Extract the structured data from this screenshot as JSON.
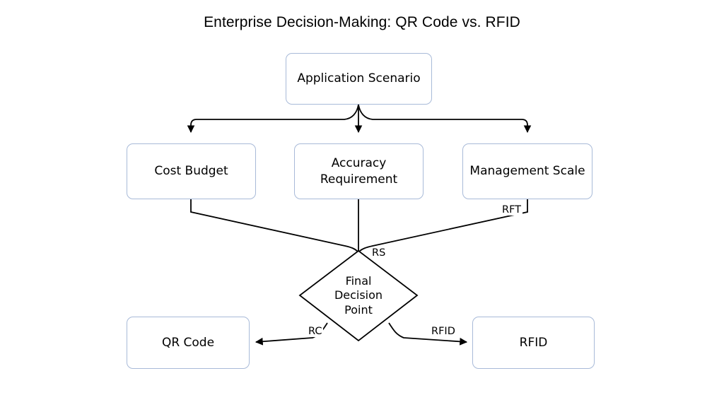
{
  "title": "Enterprise Decision-Making: QR Code vs. RFID",
  "colors": {
    "background": "#ffffff",
    "node_border": "#a8bad8",
    "node_fill": "#ffffff",
    "edge": "#000000",
    "decision_border": "#000000",
    "text": "#000000"
  },
  "nodes": {
    "application_scenario": {
      "label": "Application Scenario",
      "shape": "rounded-rect"
    },
    "cost_budget": {
      "label": "Cost Budget",
      "shape": "rounded-rect"
    },
    "accuracy_requirement": {
      "label": "Accuracy\nRequirement",
      "shape": "rounded-rect"
    },
    "management_scale": {
      "label": "Management Scale",
      "shape": "rounded-rect"
    },
    "final_decision_point": {
      "label": "Final\nDecision\nPoint",
      "shape": "diamond"
    },
    "qr_code": {
      "label": "QR Code",
      "shape": "rounded-rect"
    },
    "rfid": {
      "label": "RFID",
      "shape": "rounded-rect"
    }
  },
  "edge_labels": {
    "rft": "RFT",
    "rs": "RS",
    "rc": "RC",
    "rfid": "RFID"
  },
  "edges": [
    {
      "from": "application_scenario",
      "to": "cost_budget",
      "label": ""
    },
    {
      "from": "application_scenario",
      "to": "accuracy_requirement",
      "label": ""
    },
    {
      "from": "application_scenario",
      "to": "management_scale",
      "label": ""
    },
    {
      "from": "cost_budget",
      "to": "final_decision_point",
      "label": ""
    },
    {
      "from": "accuracy_requirement",
      "to": "final_decision_point",
      "label": "RS"
    },
    {
      "from": "management_scale",
      "to": "final_decision_point",
      "label": "RFT"
    },
    {
      "from": "final_decision_point",
      "to": "qr_code",
      "label": "RC"
    },
    {
      "from": "final_decision_point",
      "to": "rfid",
      "label": "RFID"
    }
  ]
}
